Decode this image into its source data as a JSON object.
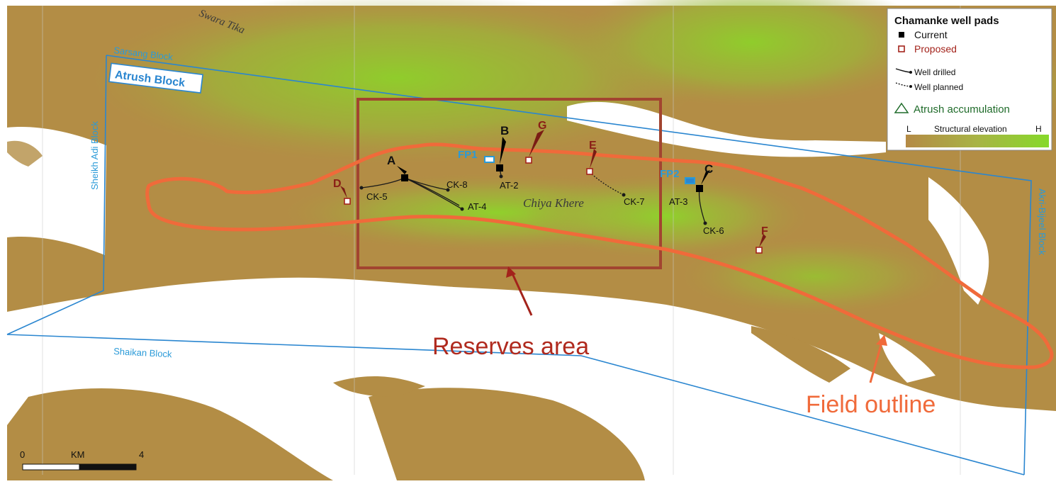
{
  "map": {
    "blocks": {
      "sarsang": "Sarsang Block",
      "atrush": "Atrush Block",
      "sheikh_adi": "Sheikh Adi Block",
      "akri_bijeel": "Akri-Bijeel Block",
      "shaikan": "Shaikan Block"
    },
    "places": {
      "swara_tika": "Swara Tika",
      "chiya_khere": "Chiya Khere"
    },
    "pads": {
      "A": "A",
      "B": "B",
      "C": "C",
      "D": "D",
      "E": "E",
      "F": "F",
      "G": "G",
      "FP1": "FP1",
      "FP2": "FP2"
    },
    "wells": {
      "ck5": "CK-5",
      "ck6": "CK-6",
      "ck7": "CK-7",
      "ck8": "CK-8",
      "at2": "AT-2",
      "at3": "AT-3",
      "at4": "AT-4"
    },
    "annotations": {
      "reserves": "Reserves area",
      "field": "Field outline"
    },
    "scale": {
      "zero": "0",
      "unit": "KM",
      "max": "4"
    },
    "legend": {
      "title": "Chamanke well pads",
      "current": "Current",
      "proposed": "Proposed",
      "drilled": "Well drilled",
      "planned": "Well planned",
      "accumulation": "Atrush accumulation",
      "elev_low": "L",
      "elev_label": "Structural elevation",
      "elev_high": "H"
    },
    "colors": {
      "terrain": "#b38d45",
      "highland": "#8fd12c",
      "block_line": "#2a86d0",
      "field_outline": "#f06a3a",
      "reserves_box": "#a24430",
      "proposed": "#a3231b"
    }
  }
}
